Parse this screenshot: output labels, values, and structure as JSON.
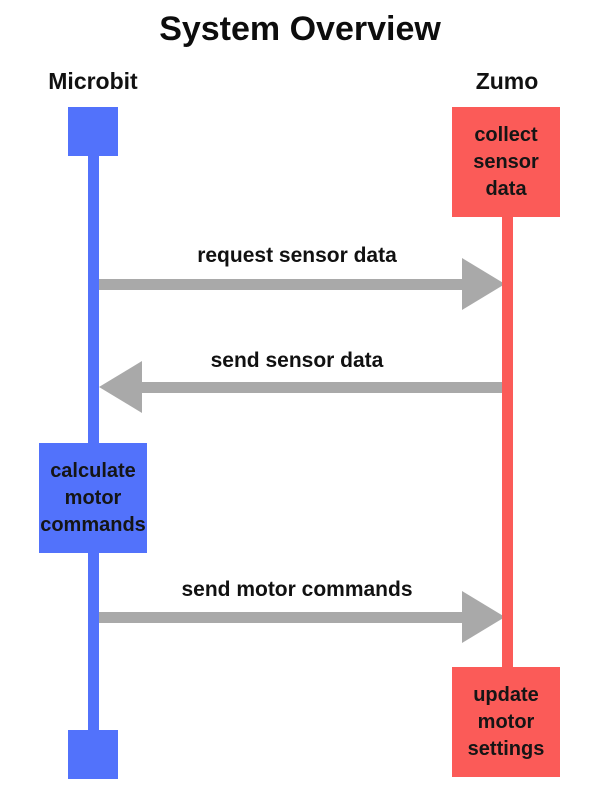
{
  "title": "System Overview",
  "actors": {
    "left": {
      "name": "Microbit"
    },
    "right": {
      "name": "Zumo"
    }
  },
  "boxes": {
    "collect": {
      "actor": "Zumo",
      "lines": [
        "collect",
        "sensor",
        "data"
      ]
    },
    "calculate": {
      "actor": "Microbit",
      "lines": [
        "calculate",
        "motor",
        "commands"
      ]
    },
    "update": {
      "actor": "Zumo",
      "lines": [
        "update",
        "motor",
        "settings"
      ]
    }
  },
  "messages": {
    "request_sensor": {
      "label": "request sensor data",
      "from": "Microbit",
      "to": "Zumo",
      "direction": "right"
    },
    "send_sensor": {
      "label": "send sensor data",
      "from": "Zumo",
      "to": "Microbit",
      "direction": "left"
    },
    "send_motor": {
      "label": "send motor commands",
      "from": "Microbit",
      "to": "Zumo",
      "direction": "right"
    }
  },
  "colors": {
    "microbit_blue": "#5272fb",
    "zumo_red": "#fb5b58",
    "arrow_gray": "#a9a9a9",
    "text": "#111111",
    "background": "#ffffff"
  }
}
